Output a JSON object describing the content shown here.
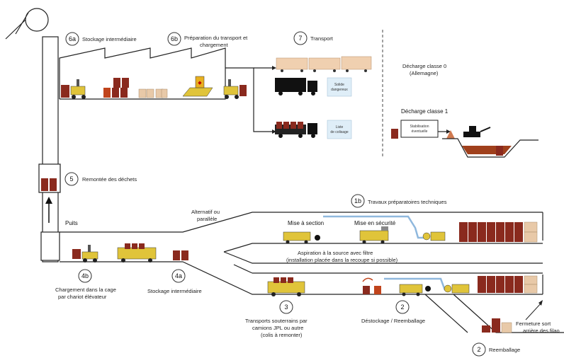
{
  "steps": {
    "s6a": {
      "num": "6a",
      "label": "Stockage intermédiaire"
    },
    "s6b": {
      "num": "6b",
      "label1": "Préparation du transport et",
      "label2": "chargement"
    },
    "s7": {
      "num": "7",
      "label": "Transport"
    },
    "s5": {
      "num": "5",
      "label": "Remontée des déchets"
    },
    "s1b": {
      "num": "1b",
      "label": "Travaux préparatoires techniques"
    },
    "s4b": {
      "num": "4b",
      "label1": "Chargement dans la cage",
      "label2": "par chariot élévateur"
    },
    "s4a": {
      "num": "4a",
      "label": "Stockage intermédiaire"
    },
    "s3": {
      "num": "3",
      "label1": "Transports souterrains par",
      "label2": "camions JPL ou autre",
      "label3": "(colis à remonter)"
    },
    "s2a": {
      "num": "2",
      "label": "Déstockage / Reemballage"
    },
    "s2b": {
      "num": "2",
      "label": "Reemballage"
    }
  },
  "texts": {
    "puits": "Puits",
    "decharge0_1": "Décharge classe 0",
    "decharge0_2": "(Allemagne)",
    "decharge1": "Décharge classe 1",
    "stabilisation_1": "Stabilisation",
    "stabilisation_2": "éventuelle",
    "alternatif_1": "Alternatif ou",
    "alternatif_2": "parallèle",
    "mise_section": "Mise à section",
    "mise_securite": "Mise en sécurité",
    "aspiration_1": "Aspiration à la source avec filtre",
    "aspiration_2": "(installation placée dans la recoupe si possible)",
    "fermeture_1": "Fermeture sort",
    "fermeture_2": "arrière des filao",
    "truck_note1_1": "Solide",
    "truck_note1_2": "dangereux",
    "truck_note2_1": "Liste",
    "truck_note2_2": "de colisage"
  },
  "colors": {
    "drum": "#8a2a1e",
    "drum_dark": "#5e1a12",
    "crate": "#e8c9a8",
    "forklift": "#e0c43a",
    "train": "#f0d0b0",
    "blue_pipe": "#8fb8dd",
    "red_drum": "#c0441c"
  }
}
